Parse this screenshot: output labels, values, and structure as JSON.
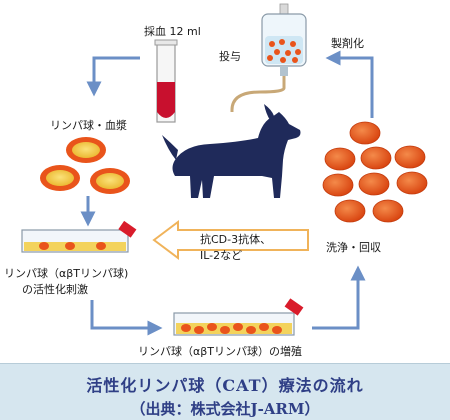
{
  "labels": {
    "blood_draw": "採血 12 ml",
    "administer": "投与",
    "formulation": "製剤化",
    "lymph_plasma": "リンパ球・血漿",
    "stimulation_line1": "リンパ球（αβTリンパ球)",
    "stimulation_line2": "の活性化刺激",
    "antibody_line1": "抗CD-3抗体、",
    "antibody_line2": "IL-2など",
    "wash": "洗浄・回収",
    "proliferation": "リンパ球（αβTリンパ球）の増殖"
  },
  "caption": {
    "line1": "活性化リンパ球（CAT）療法の流れ",
    "line2": "（出典：株式会社J-ARM）"
  },
  "colors": {
    "arrow": "#6b8fc6",
    "blood": "#c8102e",
    "cell_orange": "#e9541b",
    "cell_yellow": "#f3d35c",
    "dog": "#1f2a5a",
    "caption_text": "#2f3f86",
    "caption_bg": "#d6e6ef"
  }
}
